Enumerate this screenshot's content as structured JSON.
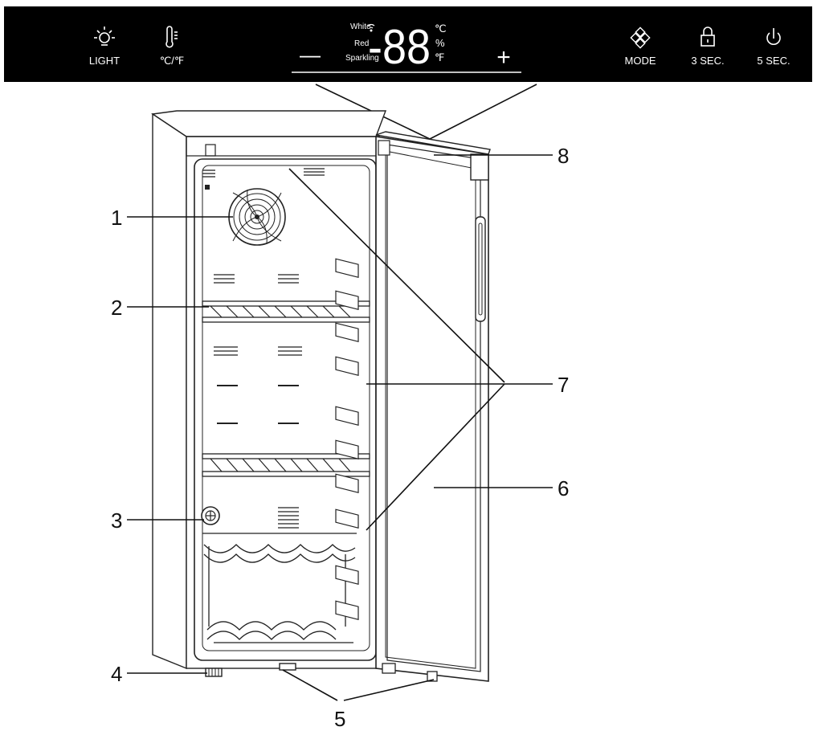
{
  "control_panel": {
    "buttons": [
      {
        "icon": "light-bulb-icon",
        "label": "LIGHT"
      },
      {
        "icon": "thermometer-icon",
        "label": "℃/℉"
      },
      {
        "icon": "mode-icon",
        "label": "MODE"
      },
      {
        "icon": "lock-icon",
        "label": "3 SEC."
      },
      {
        "icon": "power-icon",
        "label": "5 SEC."
      }
    ],
    "minus": "—",
    "plus": "+",
    "display": {
      "digits": "-88",
      "modes": [
        "White",
        "Red",
        "Sparkling"
      ],
      "units": [
        "℃",
        "%",
        "℉"
      ],
      "wifi_icon": "wifi-icon"
    },
    "colors": {
      "panel": "#000000",
      "text": "#ffffff"
    }
  },
  "callouts": [
    {
      "number": "1",
      "part": "fan"
    },
    {
      "number": "2",
      "part": "shelf"
    },
    {
      "number": "3",
      "part": "temperature-knob"
    },
    {
      "number": "4",
      "part": "leveling-foot"
    },
    {
      "number": "5",
      "part": "door-hinge"
    },
    {
      "number": "6",
      "part": "glass-door"
    },
    {
      "number": "7",
      "part": "door-shelf-supports"
    },
    {
      "number": "8",
      "part": "control-panel"
    }
  ]
}
